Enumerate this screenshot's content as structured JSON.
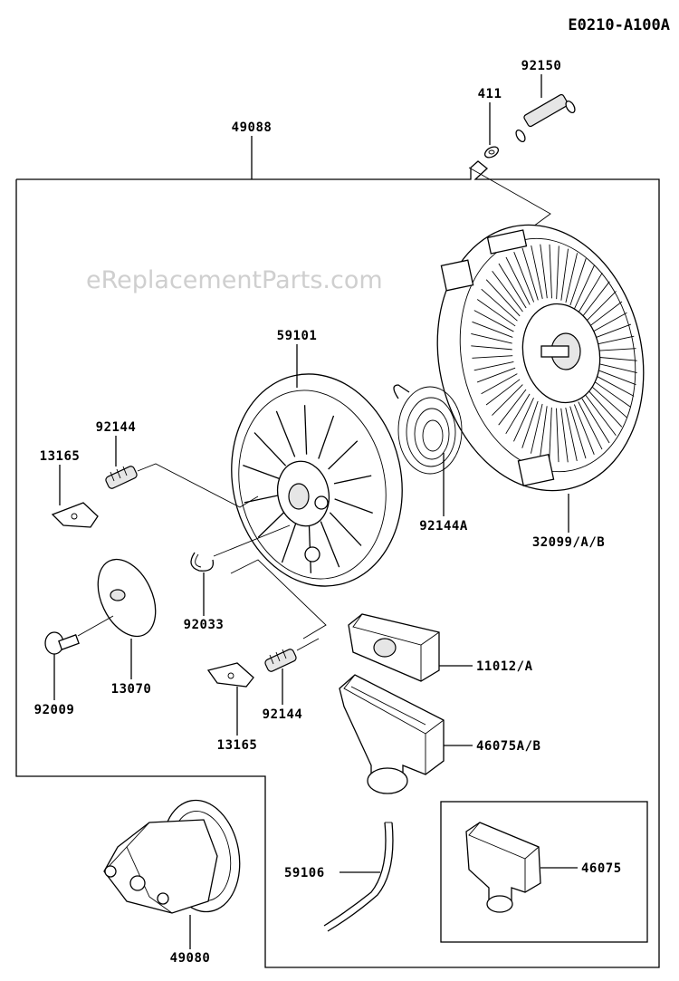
{
  "reference": "E0210-A100A",
  "watermark": "eReplacementParts.com",
  "callouts": [
    {
      "id": "c-92150",
      "text": "92150"
    },
    {
      "id": "c-411",
      "text": "411"
    },
    {
      "id": "c-49088",
      "text": "49088"
    },
    {
      "id": "c-59101",
      "text": "59101"
    },
    {
      "id": "c-92144-a",
      "text": "92144"
    },
    {
      "id": "c-13165-a",
      "text": "13165"
    },
    {
      "id": "c-92144a",
      "text": "92144A"
    },
    {
      "id": "c-32099",
      "text": "32099/A/B"
    },
    {
      "id": "c-92033",
      "text": "92033"
    },
    {
      "id": "c-11012",
      "text": "11012/A"
    },
    {
      "id": "c-92009",
      "text": "92009"
    },
    {
      "id": "c-13070",
      "text": "13070"
    },
    {
      "id": "c-92144-b",
      "text": "92144"
    },
    {
      "id": "c-46075ab",
      "text": "46075A/B"
    },
    {
      "id": "c-13165-b",
      "text": "13165"
    },
    {
      "id": "c-59106",
      "text": "59106"
    },
    {
      "id": "c-46075",
      "text": "46075"
    },
    {
      "id": "c-49080",
      "text": "49080"
    }
  ]
}
